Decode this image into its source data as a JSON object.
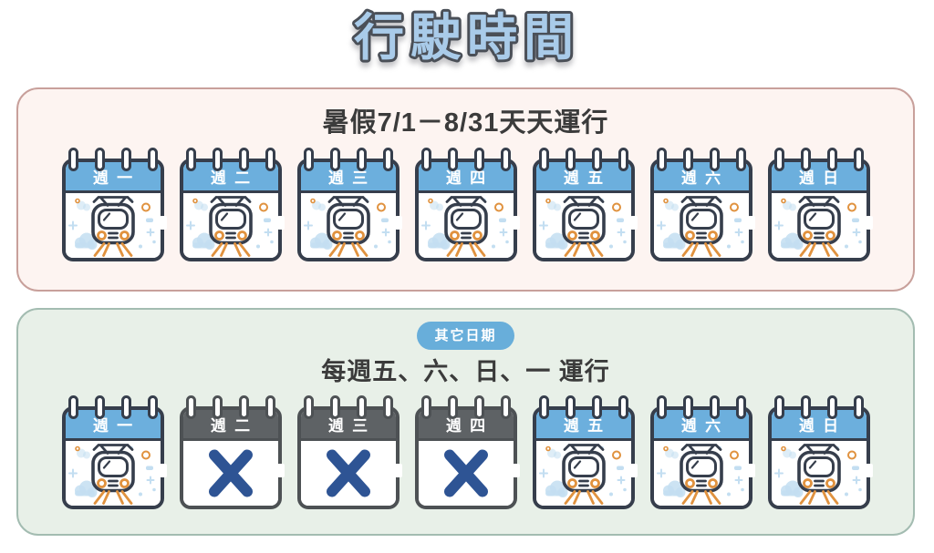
{
  "title": {
    "text": "行駛時間"
  },
  "colors": {
    "title_fill": "#a9cbe9",
    "title_outline": "#4a4f57",
    "heading_text": "#3b3b3b",
    "navy": "#363e4c",
    "blue_header": "#6cafdd",
    "gray_border": "#4d5154",
    "gray_header": "#5e6265",
    "x_blue": "#2e5494",
    "train_orange": "#e0923f",
    "deco_blue": "#c3def1",
    "summer_bg": "#fdf4f1",
    "summer_border": "#c8a09b",
    "other_bg": "#e8f0e8",
    "other_border": "#a3bcb1",
    "badge_bg": "#68aeda",
    "badge_text": "#ffffff"
  },
  "summer_section": {
    "heading": "暑假7/1－8/31天天運行",
    "days": [
      {
        "label": "週一",
        "status": "operating"
      },
      {
        "label": "週二",
        "status": "operating"
      },
      {
        "label": "週三",
        "status": "operating"
      },
      {
        "label": "週四",
        "status": "operating"
      },
      {
        "label": "週五",
        "status": "operating"
      },
      {
        "label": "週六",
        "status": "operating"
      },
      {
        "label": "週日",
        "status": "operating"
      }
    ]
  },
  "other_section": {
    "badge": "其它日期",
    "heading": "每週五、六、日、一 運行",
    "days": [
      {
        "label": "週一",
        "status": "operating"
      },
      {
        "label": "週二",
        "status": "closed"
      },
      {
        "label": "週三",
        "status": "closed"
      },
      {
        "label": "週四",
        "status": "closed"
      },
      {
        "label": "週五",
        "status": "operating"
      },
      {
        "label": "週六",
        "status": "operating"
      },
      {
        "label": "週日",
        "status": "operating"
      }
    ]
  },
  "icons": {
    "operating": "train-icon",
    "closed": "x-mark-icon"
  }
}
